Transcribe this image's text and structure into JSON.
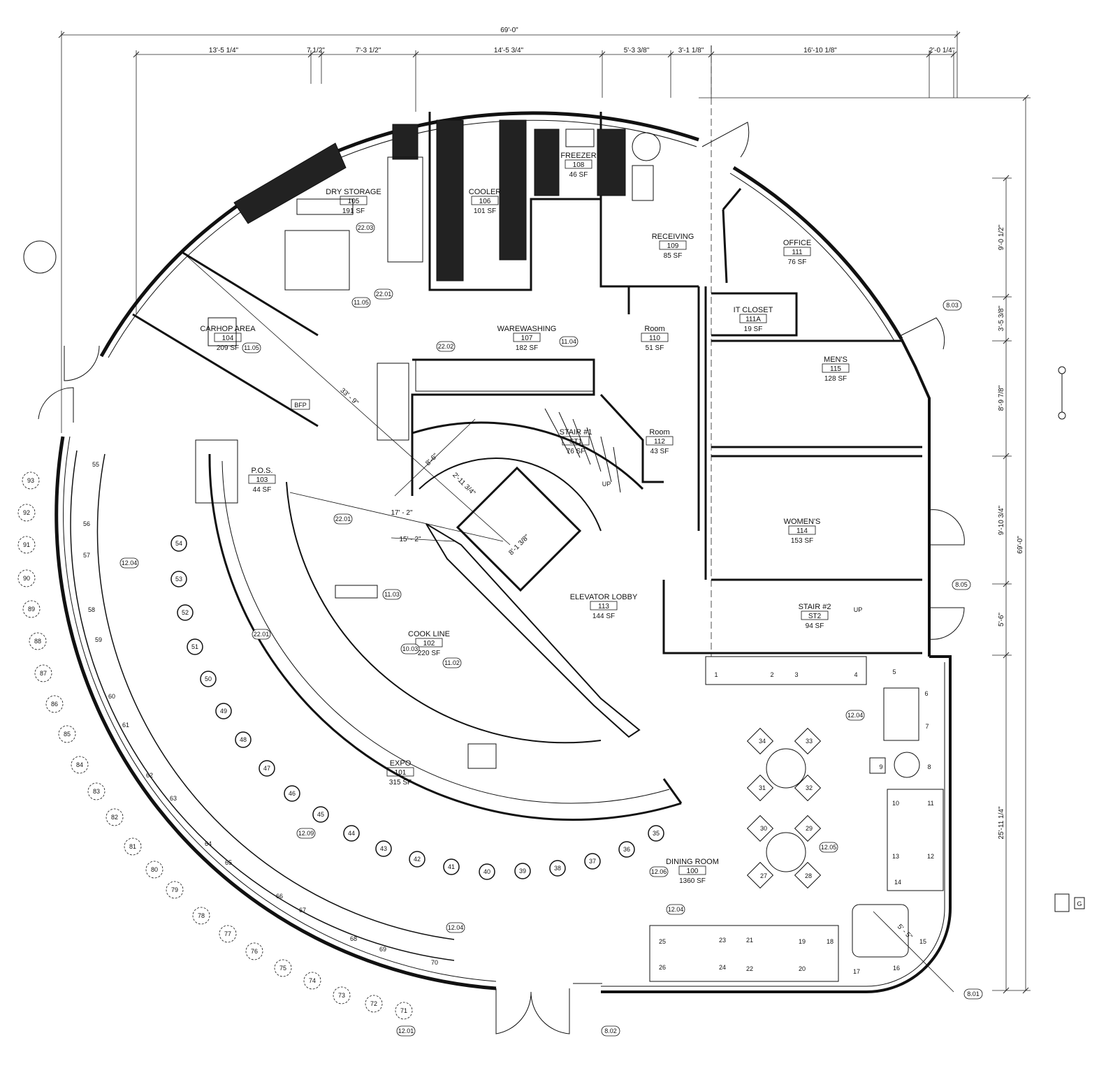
{
  "drawing": {
    "overall_dim_top": "69'-0\"",
    "overall_dim_right": "69'-0\"",
    "dims_top": [
      "13'-5 1/4\"",
      "7 1/2\"",
      "7'-3 1/2\"",
      "14'-5 3/4\"",
      "5'-3 3/8\"",
      "3'-1 1/8\"",
      "16'-10 1/8\"",
      "2'-0 1/4\""
    ],
    "dims_right": [
      "9'-0 1/2\"",
      "3'-5 3/8\"",
      "8'-9 7/8\"",
      "9'-10 3/4\"",
      "5'-6\"",
      "25'-11 1/4\""
    ],
    "dims_interior": [
      "33' - 9\"",
      "8'-6\"",
      "2'-11 3/4\"",
      "17' - 2\"",
      "15' - 2\"",
      "8'-1 3/8\"",
      "5' - 5\""
    ],
    "misc_labels": {
      "bfp": "BFP",
      "up1": "UP",
      "up2": "UP",
      "legend_g": "G"
    }
  },
  "rooms": [
    {
      "name": "DRY STORAGE",
      "number": "105",
      "area": "191 SF"
    },
    {
      "name": "COOLER",
      "number": "106",
      "area": "101 SF"
    },
    {
      "name": "FREEZER",
      "number": "108",
      "area": "46 SF"
    },
    {
      "name": "RECEIVING",
      "number": "109",
      "area": "85 SF"
    },
    {
      "name": "OFFICE",
      "number": "111",
      "area": "76 SF"
    },
    {
      "name": "IT CLOSET",
      "number": "111A",
      "area": "19 SF"
    },
    {
      "name": "CARHOP AREA",
      "number": "104",
      "area": "209 SF"
    },
    {
      "name": "WAREWASHING",
      "number": "107",
      "area": "182 SF"
    },
    {
      "name": "Room",
      "number": "110",
      "area": "51 SF"
    },
    {
      "name": "MEN'S",
      "number": "115",
      "area": "128 SF"
    },
    {
      "name": "STAIR #1",
      "number": "ST1",
      "area": "76 SF"
    },
    {
      "name": "Room",
      "number": "112",
      "area": "43 SF"
    },
    {
      "name": "P.O.S.",
      "number": "103",
      "area": "44 SF"
    },
    {
      "name": "WOMEN'S",
      "number": "114",
      "area": "153 SF"
    },
    {
      "name": "ELEVATOR LOBBY",
      "number": "113",
      "area": "144 SF"
    },
    {
      "name": "STAIR #2",
      "number": "ST2",
      "area": "94 SF"
    },
    {
      "name": "COOK LINE",
      "number": "102",
      "area": "220 SF"
    },
    {
      "name": "EXPO",
      "number": "101",
      "area": "315 SF"
    },
    {
      "name": "DINING ROOM",
      "number": "100",
      "area": "1360 SF"
    }
  ],
  "keynotes": [
    "22.03",
    "22.01",
    "11.05",
    "11.05",
    "22.02",
    "11.04",
    "8.03",
    "22.01",
    "12.04",
    "11.03",
    "22.01",
    "10.03",
    "11.02",
    "12.04",
    "12.09",
    "12.05",
    "12.06",
    "12.04",
    "12.04",
    "8.01",
    "12.01",
    "8.02",
    "8.05"
  ],
  "seats": [
    "1",
    "2",
    "3",
    "4",
    "5",
    "6",
    "7",
    "8",
    "9",
    "10",
    "11",
    "12",
    "13",
    "14",
    "15",
    "16",
    "17",
    "18",
    "19",
    "20",
    "21",
    "22",
    "23",
    "24",
    "25",
    "26",
    "27",
    "28",
    "29",
    "30",
    "31",
    "32",
    "33",
    "34",
    "35",
    "36",
    "37",
    "38",
    "39",
    "40",
    "41",
    "42",
    "43",
    "44",
    "45",
    "46",
    "47",
    "48",
    "49",
    "50",
    "51",
    "52",
    "53",
    "54",
    "55",
    "56",
    "57",
    "58",
    "59",
    "60",
    "61",
    "62",
    "63",
    "64",
    "65",
    "66",
    "67",
    "68",
    "69",
    "70",
    "71",
    "72",
    "73",
    "74",
    "75",
    "76",
    "77",
    "78",
    "79",
    "80",
    "81",
    "82",
    "83",
    "84",
    "85",
    "86",
    "87",
    "88",
    "89",
    "90",
    "91",
    "92",
    "93"
  ]
}
